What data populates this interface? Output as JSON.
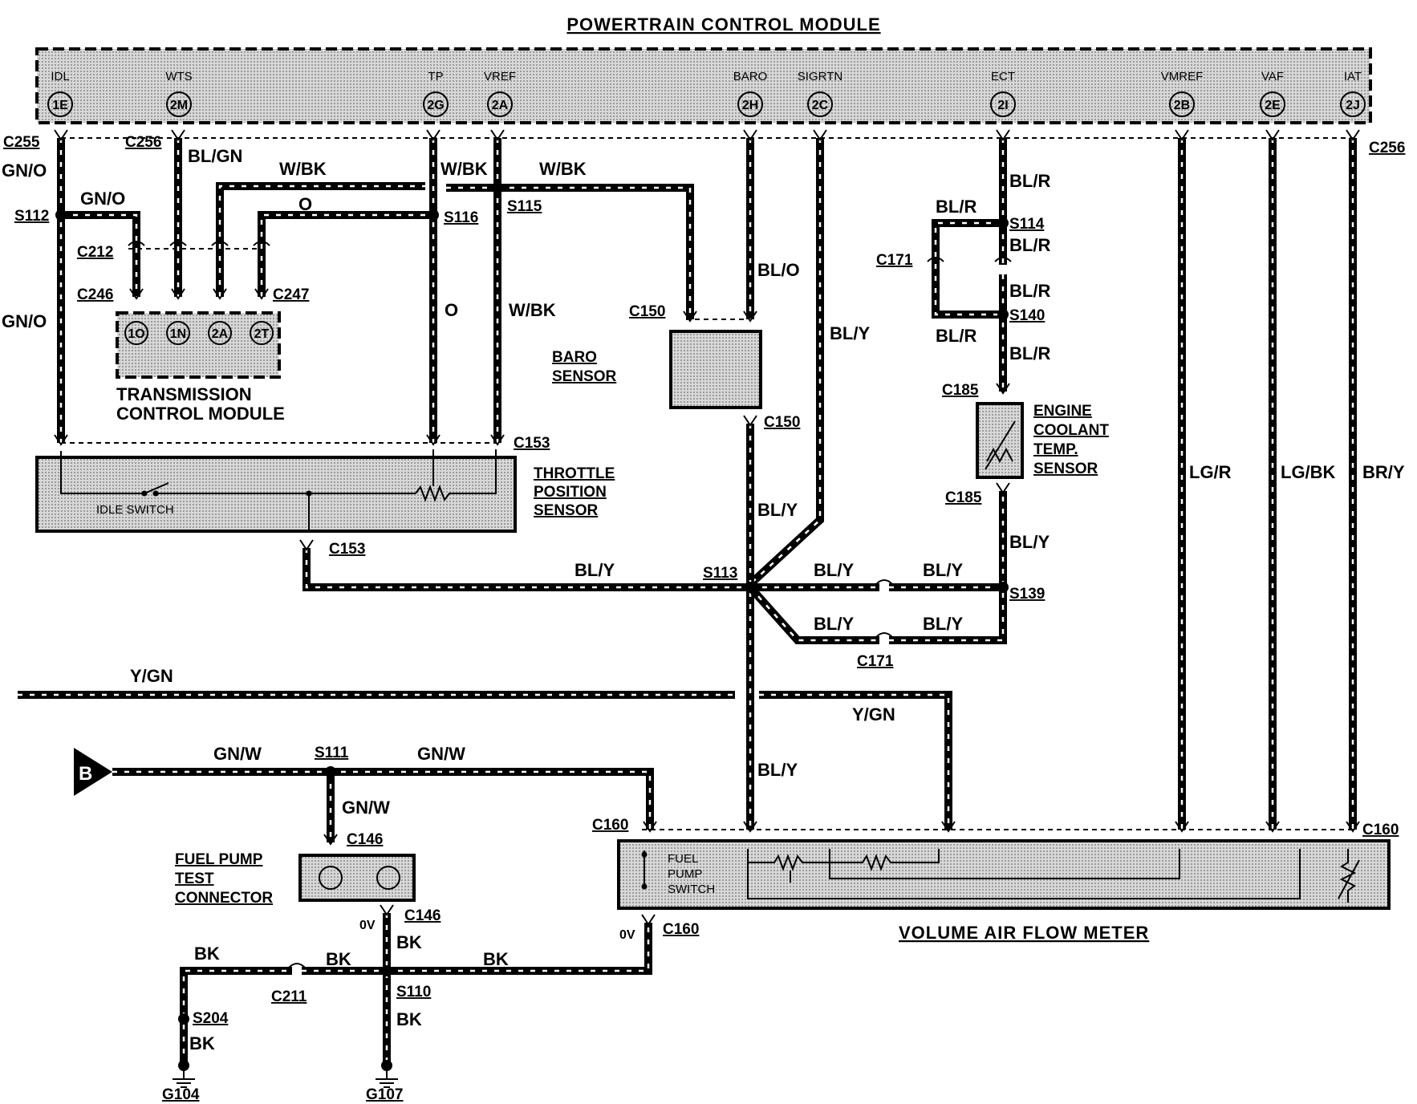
{
  "pcm": {
    "title": "POWERTRAIN CONTROL MODULE",
    "pins": [
      {
        "name": "IDL",
        "pin": "1E"
      },
      {
        "name": "WTS",
        "pin": "2M"
      },
      {
        "name": "TP",
        "pin": "2G"
      },
      {
        "name": "VREF",
        "pin": "2A"
      },
      {
        "name": "BARO",
        "pin": "2H"
      },
      {
        "name": "SIGRTN",
        "pin": "2C"
      },
      {
        "name": "ECT",
        "pin": "2I"
      },
      {
        "name": "VMREF",
        "pin": "2B"
      },
      {
        "name": "VAF",
        "pin": "2E"
      },
      {
        "name": "IAT",
        "pin": "2J"
      }
    ]
  },
  "tcm": {
    "title_line1": "TRANSMISSION",
    "title_line2": "CONTROL  MODULE",
    "pins": [
      "1O",
      "1N",
      "2A",
      "2T"
    ]
  },
  "components": {
    "tps_line1": "THROTTLE",
    "tps_line2": "POSITION",
    "tps_line3": "SENSOR",
    "idle_switch": "IDLE  SWITCH",
    "baro_line1": "BARO",
    "baro_line2": "SENSOR",
    "ect_line1": "ENGINE",
    "ect_line2": "COOLANT",
    "ect_line3": "TEMP.",
    "ect_line4": "SENSOR",
    "fptc_line1": "FUEL  PUMP",
    "fptc_line2": "TEST",
    "fptc_line3": "CONNECTOR",
    "vaf_title": "VOLUME  AIR  FLOW  METER",
    "vaf_switch1": "FUEL",
    "vaf_switch2": "PUMP",
    "vaf_switch3": "SWITCH",
    "b_marker": "B"
  },
  "connectors": {
    "c255": "C255",
    "c256": "C256",
    "c212": "C212",
    "c246": "C246",
    "c247": "C247",
    "c150": "C150",
    "c153": "C153",
    "c171": "C171",
    "c185": "C185",
    "c160": "C160",
    "c146": "C146",
    "c211": "C211"
  },
  "splices": {
    "s112": "S112",
    "s116": "S116",
    "s115": "S115",
    "s114": "S114",
    "s140": "S140",
    "s113": "S113",
    "s139": "S139",
    "s111": "S111",
    "s110": "S110",
    "s204": "S204"
  },
  "grounds": {
    "g104": "G104",
    "g107": "G107"
  },
  "voltages": {
    "v0": "0V"
  },
  "wires": {
    "gn_o": "GN/O",
    "bl_gn": "BL/GN",
    "w_bk": "W/BK",
    "o": "O",
    "bl_o": "BL/O",
    "bl_y": "BL/Y",
    "bl_r": "BL/R",
    "lg_r": "LG/R",
    "lg_bk": "LG/BK",
    "br_y": "BR/Y",
    "y_gn": "Y/GN",
    "gn_w": "GN/W",
    "bk": "BK"
  }
}
